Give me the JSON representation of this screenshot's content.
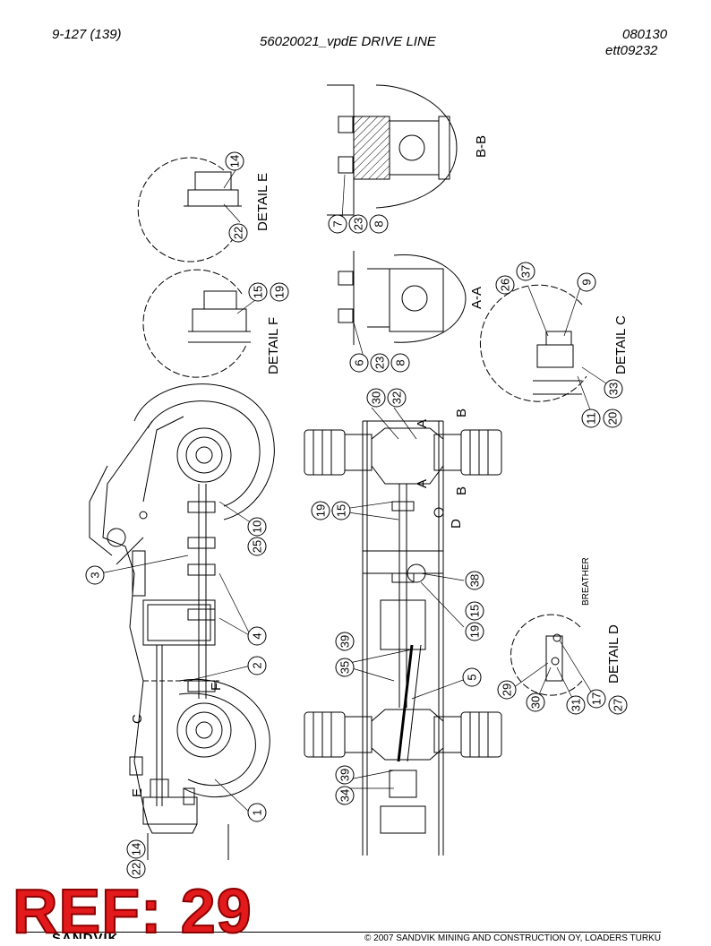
{
  "header": {
    "page_number": "9-127 (139)",
    "title": "56020021_vpdE DRIVE LINE",
    "doc_date": "080130",
    "doc_code": "ett09232"
  },
  "drawing_labels": {
    "detail_e": "DETAIL E",
    "detail_f": "DETAIL F",
    "detail_c": "DETAIL C",
    "detail_d": "DETAIL D",
    "section_bb": "B-B",
    "section_aa": "A-A",
    "breather": "BREATHER",
    "view_a1": "A",
    "view_a2": "A",
    "view_b1": "B",
    "view_b2": "B",
    "view_c": "C",
    "view_d": "D",
    "view_e": "E",
    "view_f": "F"
  },
  "callouts": {
    "c14a": "14",
    "c22a": "22",
    "c15a": "15",
    "c19a": "19",
    "c7": "7",
    "c23a": "23",
    "c8a": "8",
    "c6": "6",
    "c23b": "23",
    "c8b": "8",
    "c26": "26",
    "c37": "37",
    "c9": "9",
    "c33": "33",
    "c11": "11",
    "c20": "20",
    "c30a": "30",
    "c32": "32",
    "c19b": "19",
    "c15b": "15",
    "c25": "25",
    "c10": "10",
    "c3": "3",
    "c4": "4",
    "c2": "2",
    "c1": "1",
    "c14b": "14",
    "c22b": "22",
    "c38": "38",
    "c19c": "19",
    "c15c": "15",
    "c39a": "39",
    "c35": "35",
    "c5": "5",
    "c39b": "39",
    "c34": "34",
    "c29": "29",
    "c30b": "30",
    "c31": "31",
    "c17": "17",
    "c27": "27"
  },
  "footer": {
    "copyright": "© 2007 SANDVIK MINING AND CONSTRUCTION OY, LOADERS TURKU",
    "brand": "SANDVIK"
  },
  "stamp": {
    "text": "REF: 29",
    "color": "#e31a1c"
  }
}
